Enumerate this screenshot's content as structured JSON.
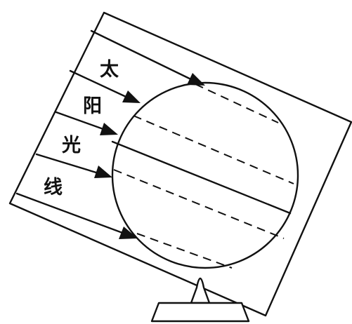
{
  "labels": {
    "char1": "太",
    "char2": "阳",
    "char3": "光",
    "char4": "线"
  }
}
